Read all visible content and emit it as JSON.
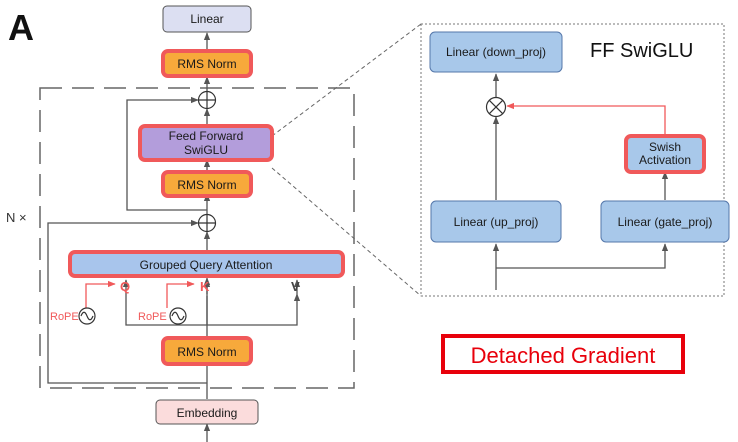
{
  "panel_label": "A",
  "repeat_label": "N ×",
  "colors": {
    "detached_border": "#f0595a",
    "detached_text": "#e8000b",
    "norm_fill": "#f7a93b",
    "attention_fill": "#a8c5ec",
    "ff_fill": "#b39ddb",
    "linear_top_fill": "#dcdff2",
    "embedding_fill": "#fbdcdc",
    "swiglu_box_fill": "#a8c8ea",
    "arrow_gray": "#555555",
    "dashed_gray": "#666666"
  },
  "main": {
    "linear": "Linear",
    "rms_norm_top": "RMS Norm",
    "feed_forward_line1": "Feed Forward",
    "feed_forward_line2": "SwiGLU",
    "rms_norm_mid": "RMS Norm",
    "attention": "Grouped Query Attention",
    "q": "Q",
    "k": "K",
    "v": "V",
    "rope_1": "RoPE",
    "rope_2": "RoPE",
    "rms_norm_bottom": "RMS Norm",
    "embedding": "Embedding"
  },
  "swiglu": {
    "title": "FF SwiGLU",
    "down_proj": "Linear (down_proj)",
    "up_proj": "Linear (up_proj)",
    "gate_proj": "Linear (gate_proj)",
    "swish_line1": "Swish",
    "swish_line2": "Activation"
  },
  "legend": {
    "detached": "Detached Gradient"
  }
}
